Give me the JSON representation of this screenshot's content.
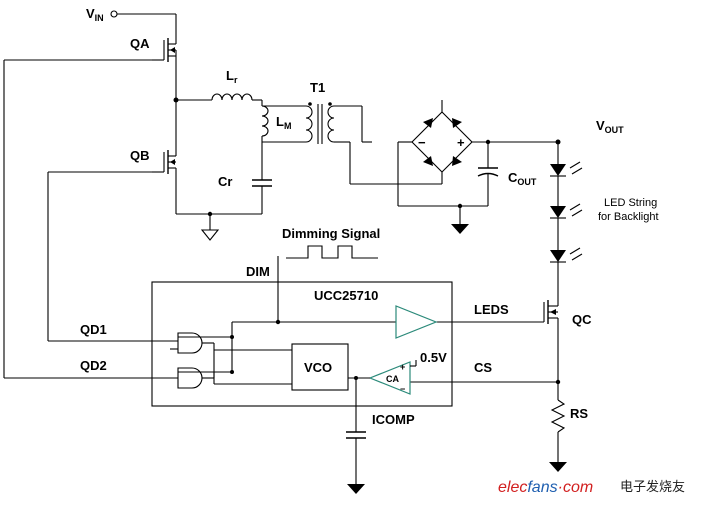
{
  "labels": {
    "vin_main": "V",
    "vin_sub": "IN",
    "qa": "QA",
    "qb": "QB",
    "lr_main": "L",
    "lr_sub": "r",
    "lm_main": "L",
    "lm_sub": "M",
    "t1": "T1",
    "cr": "Cr",
    "vout_main": "V",
    "vout_sub": "OUT",
    "cout_main": "C",
    "cout_sub": "OUT",
    "led_string_line1": "LED String",
    "led_string_line2": "for Backlight",
    "dimming_signal": "Dimming Signal",
    "dim": "DIM",
    "ucc": "UCC25710",
    "leds": "LEDS",
    "qc": "QC",
    "qd1": "QD1",
    "qd2": "QD2",
    "vco": "VCO",
    "ref_05v": "0.5V",
    "ca": "CA",
    "cs": "CS",
    "rs": "RS",
    "icomp": "ICOMP",
    "bridge_minus": "−",
    "bridge_plus": "+",
    "ca_plus": "+",
    "ca_minus": "−"
  },
  "watermark": {
    "logo_elec": "elec",
    "logo_fans": "fans",
    "logo_com": "·com",
    "cn_text": "电子发烧友"
  },
  "colors": {
    "wire": "#000000",
    "amplifier": "#2b8a7a",
    "watermark_red": "#d22020",
    "watermark_blue": "#1f5fb0"
  }
}
